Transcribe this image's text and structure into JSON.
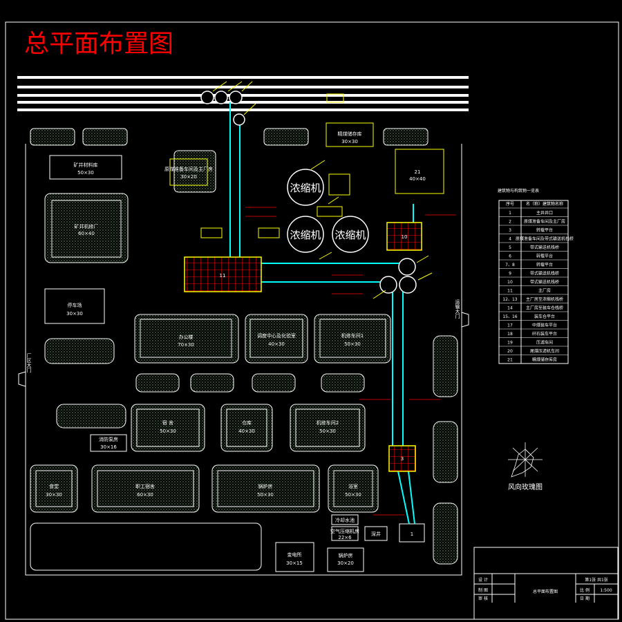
{
  "title": "总平面布置图",
  "gates": {
    "east": "运输大门",
    "west": "厂区大门"
  },
  "buildings": {
    "mine_material": {
      "name": "矿井材料库",
      "size": "50×30"
    },
    "repair": {
      "name": "矿井机修厂",
      "size": "60×40"
    },
    "parking": {
      "name": "停车场",
      "size": "30×30"
    },
    "coal_prep": {
      "name": "精煤储存库",
      "size": "30×30"
    },
    "washery": {
      "name": "原煤准备车间及主厂房",
      "size": "30×20"
    },
    "office": {
      "name": "办公楼",
      "size": "70×30"
    },
    "lab": {
      "name": "调度中心及化验室",
      "size": "40×30"
    },
    "workshop1": {
      "name": "机修车间1",
      "size": "50×30"
    },
    "dorm": {
      "name": "宿 舍",
      "size": "50×30"
    },
    "warehouse": {
      "name": "仓库",
      "size": "40×30"
    },
    "workshop2": {
      "name": "机修车间2",
      "size": "50×30"
    },
    "pump": {
      "name": "消防泵房",
      "size": "30×16"
    },
    "canteen": {
      "name": "食堂",
      "size": "30×30"
    },
    "workers": {
      "name": "职工宿舍",
      "size": "60×30"
    },
    "bath": {
      "name": "浴室",
      "size": "50×30"
    },
    "boiler": {
      "name": "锅炉房",
      "size": "50×30"
    },
    "cold": {
      "name": "冷却水池",
      "size": ""
    },
    "air": {
      "name": "空气压缩机房",
      "size": "22×6"
    },
    "well": {
      "name": "深井",
      "size": ""
    },
    "substation": {
      "name": "变电所",
      "size": "30×15"
    },
    "guard": {
      "name": "锅炉房",
      "size": "30×20"
    },
    "thickener": "浓缩机",
    "b21": {
      "name": "21",
      "size": "40×40"
    },
    "b10": "10",
    "b11": "11",
    "b3": "3",
    "b1": "1"
  },
  "legend": {
    "title": "建筑物与构筑物一览表",
    "header": [
      "序号",
      "名（称）建筑物名称"
    ],
    "rows": [
      [
        "1",
        "主井井口"
      ],
      [
        "2",
        "原煤准备车间及主厂房"
      ],
      [
        "3",
        "转载平台"
      ],
      [
        "4",
        "原煤准备车间及带式输送机栈桥"
      ],
      [
        "5",
        "带式输送机栈桥"
      ],
      [
        "6",
        "转载平台"
      ],
      [
        "7、8",
        "转载平台"
      ],
      [
        "9",
        "带式输送机栈桥"
      ],
      [
        "10",
        "带式输送机栈桥"
      ],
      [
        "11",
        "主厂房"
      ],
      [
        "12、13",
        "主厂房至浓缩机栈桥"
      ],
      [
        "14",
        "主厂房至装车仓栈桥"
      ],
      [
        "15、16",
        "装车仓平台"
      ],
      [
        "17",
        "中煤装车平台"
      ],
      [
        "18",
        "矸石装车平台"
      ],
      [
        "19",
        "压滤车间"
      ],
      [
        "20",
        "尾煤压滤机车间"
      ],
      [
        "21",
        "精煤储存库房"
      ]
    ]
  },
  "compass_label": "风向玫瑰图",
  "title_block": {
    "design": "设 计",
    "draw": "制 图",
    "check": "审 核",
    "name": "总平面布置图",
    "sheet": "第1张 共1张",
    "scale_label": "比 例",
    "scale": "1:500",
    "date": "日 期"
  },
  "colors": {
    "building": "#ffffff",
    "conveyor": "#00ffff",
    "accent": "#ffff00",
    "grid": "#ff0000",
    "title": "#ff0000"
  }
}
